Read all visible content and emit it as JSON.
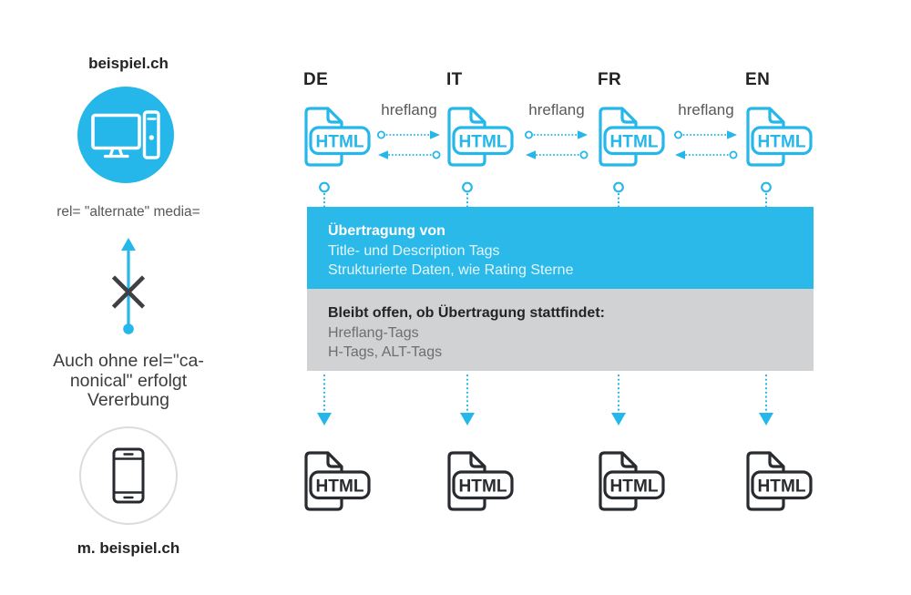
{
  "colors": {
    "accent": "#25b7ea",
    "transfer_box_bg": "#2ab9e9",
    "open_box_bg": "#d1d2d4",
    "dark_icon": "#282b2f",
    "text_dark": "#232323",
    "text_gray": "#58595b"
  },
  "left_panel": {
    "desktop_domain": "beispiel.ch",
    "desktop_icon": "desktop-computer-icon",
    "rel_attribute_text": "rel= \"alternate\" media=",
    "blocked_arrow_icon": "arrow-up-crossed-out-icon",
    "no_inheritance_note": [
      "Auch ohne rel=\"ca-",
      "nonical\" erfolgt",
      "Vererbung"
    ],
    "mobile_icon": "smartphone-icon",
    "mobile_domain": "m. beispiel.ch"
  },
  "languages": {
    "hreflang_label": "hreflang",
    "columns": [
      {
        "code": "DE",
        "top_file": "HTML",
        "bottom_file": "HTML"
      },
      {
        "code": "IT",
        "top_file": "HTML",
        "bottom_file": "HTML"
      },
      {
        "code": "FR",
        "top_file": "HTML",
        "bottom_file": "HTML"
      },
      {
        "code": "EN",
        "top_file": "HTML",
        "bottom_file": "HTML"
      }
    ]
  },
  "transfer_box": {
    "title": "Übertragung von",
    "items": [
      "Title- und Description Tags",
      "Strukturierte Daten, wie Rating Sterne"
    ]
  },
  "open_box": {
    "title": "Bleibt offen, ob Übertragung stattfindet:",
    "items": [
      "Hreflang-Tags",
      "H-Tags, ALT-Tags"
    ]
  }
}
